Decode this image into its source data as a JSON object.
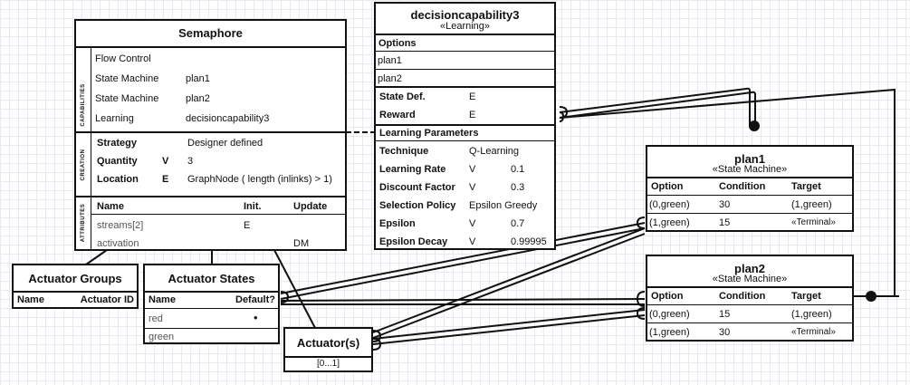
{
  "semaphore": {
    "title": "Semaphore",
    "side_labels": {
      "capabilities": "CAPABILITIES",
      "creation": "CREATION",
      "attributes": "ATTRIBUTES"
    },
    "capabilities": [
      {
        "type": "Flow Control",
        "value": ""
      },
      {
        "type": "State Machine",
        "value": "plan1"
      },
      {
        "type": "State Machine",
        "value": "plan2"
      },
      {
        "type": "Learning",
        "value": "decisioncapability3"
      }
    ],
    "creation": [
      {
        "label": "Strategy",
        "flag": "",
        "value": "Designer defined"
      },
      {
        "label": "Quantity",
        "flag": "V",
        "value": "3"
      },
      {
        "label": "Location",
        "flag": "E",
        "value": "GraphNode ( length (inlinks) > 1)"
      }
    ],
    "attr_headers": {
      "name": "Name",
      "init": "Init.",
      "update": "Update"
    },
    "attributes": [
      {
        "name": "streams[2]",
        "init": "E",
        "update": ""
      },
      {
        "name": "activation",
        "init": "",
        "update": "DM"
      }
    ]
  },
  "decision": {
    "title": "decisioncapability3",
    "stereotype": "«Learning»",
    "options_header": "Options",
    "options": [
      "plan1",
      "plan2"
    ],
    "defs": [
      {
        "label": "State Def.",
        "value": "E"
      },
      {
        "label": "Reward",
        "value": "E"
      }
    ],
    "params_header": "Learning Parameters",
    "params": [
      {
        "label": "Technique",
        "flag": "",
        "value": "Q-Learning"
      },
      {
        "label": "Learning Rate",
        "flag": "V",
        "value": "0.1"
      },
      {
        "label": "Discount Factor",
        "flag": "V",
        "value": "0.3"
      },
      {
        "label": "Selection Policy",
        "flag": "",
        "value": "Epsilon Greedy"
      },
      {
        "label": "Epsilon",
        "flag": "V",
        "value": "0.7"
      },
      {
        "label": "Epsilon Decay",
        "flag": "V",
        "value": "0.99995"
      }
    ]
  },
  "plan1": {
    "title": "plan1",
    "stereotype": "«State Machine»",
    "headers": {
      "option": "Option",
      "condition": "Condition",
      "target": "Target"
    },
    "rows": [
      {
        "option": "(0,green)",
        "condition": "30",
        "target": "(1,green)"
      },
      {
        "option": "(1,green)",
        "condition": "15",
        "target": "«Terminal»"
      }
    ]
  },
  "plan2": {
    "title": "plan2",
    "stereotype": "«State Machine»",
    "headers": {
      "option": "Option",
      "condition": "Condition",
      "target": "Target"
    },
    "rows": [
      {
        "option": "(0,green)",
        "condition": "15",
        "target": "(1,green)"
      },
      {
        "option": "(1,green)",
        "condition": "30",
        "target": "«Terminal»"
      }
    ]
  },
  "actuator_groups": {
    "title": "Actuator Groups",
    "headers": {
      "name": "Name",
      "id": "Actuator ID"
    }
  },
  "actuator_states": {
    "title": "Actuator States",
    "headers": {
      "name": "Name",
      "default": "Default?"
    },
    "rows": [
      {
        "name": "red",
        "default": "•"
      },
      {
        "name": "green",
        "default": ""
      }
    ]
  },
  "actuators": {
    "title": "Actuator(s)",
    "multiplicity": "[0...1]"
  }
}
